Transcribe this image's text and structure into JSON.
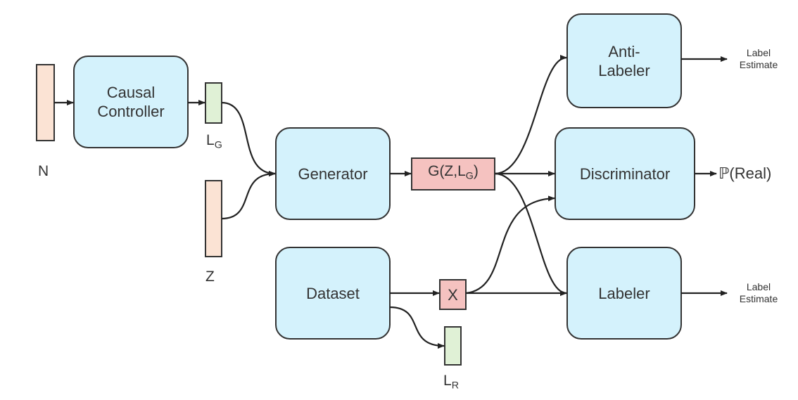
{
  "nodes": {
    "noise": "N",
    "causal_controller": [
      "Causal",
      "Controller"
    ],
    "lg_vector": {
      "main": "L",
      "sub": "G"
    },
    "z_vector": "Z",
    "generator": "Generator",
    "generated_output": {
      "prefix": "G(Z,L",
      "sub": "G",
      "suffix": ")"
    },
    "dataset": "Dataset",
    "x_sample": "X",
    "lr_vector": {
      "main": "L",
      "sub": "R"
    },
    "anti_labeler": [
      "Anti-",
      "Labeler"
    ],
    "discriminator": "Discriminator",
    "labeler": "Labeler"
  },
  "outputs": {
    "anti_labeler_out": [
      "Label",
      "Estimate"
    ],
    "discriminator_out": "ℙ(Real)",
    "labeler_out": [
      "Label",
      "Estimate"
    ]
  },
  "colors": {
    "model_box_fill": "#d4f2fc",
    "model_box_stroke": "#333333",
    "noise_vector_fill": "#fbe3d4",
    "label_vector_fill": "#e0f1d6",
    "sample_box_fill": "#f5c2c0",
    "arrow": "#222222"
  }
}
